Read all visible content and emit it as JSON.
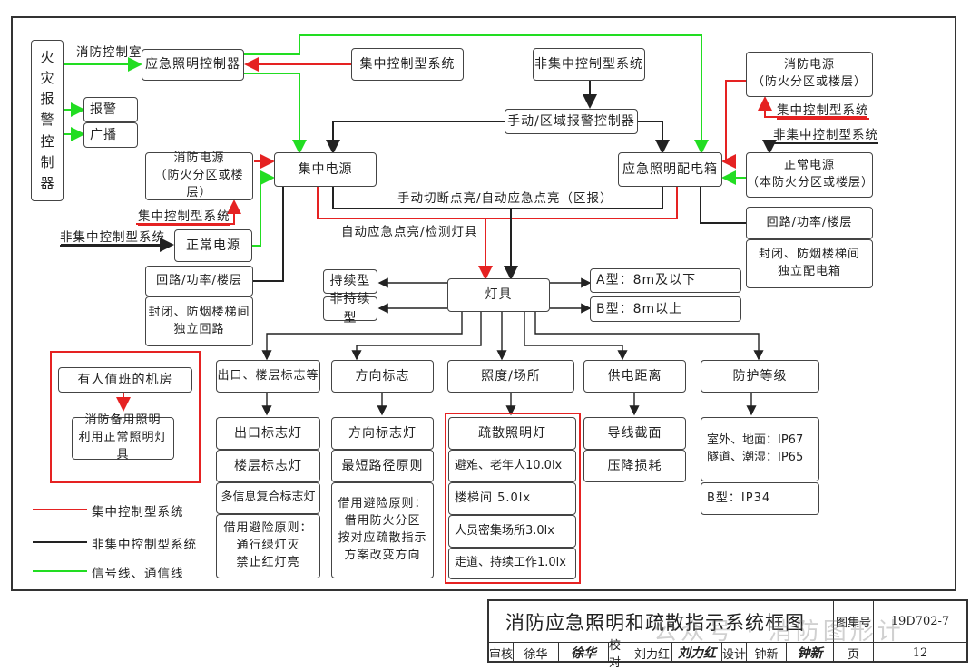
{
  "colors": {
    "centralized": "#e52222",
    "non_centralized": "#222222",
    "signal": "#22dd22"
  },
  "top": {
    "fire_alarm_controller": "火\n灾\n报\n警\n控\n制\n器",
    "fire_control_room": "消防控制室",
    "emergency_lighting_controller": "应急照明控制器",
    "alarm": "报警",
    "broadcast": "广播",
    "centralized_system": "集中控制型系统",
    "non_centralized_system": "非集中控制型系统",
    "manual_zone_alarm_controller": "手动/区域报警控制器",
    "central_power": "集中电源",
    "distribution_box": "应急照明配电箱",
    "fire_power_left": "消防电源\n（防火分区或楼层）",
    "fire_power_right": "消防电源\n（防火分区或楼层）",
    "left_centralized_label": "集中控制型系统",
    "left_noncentralized_label": "非集中控制型系统",
    "normal_power_left": "正常电源",
    "right_centralized_label": "集中控制型系统",
    "right_noncentralized_label": "非集中控制型系统",
    "normal_power_right": "正常电源\n（本防火分区或楼层）",
    "circuit_left": "回路/功率/楼层",
    "stair_left": "封闭、防烟楼梯间\n独立回路",
    "circuit_right": "回路/功率/楼层",
    "stair_right": "封闭、防烟楼梯间\n独立配电箱",
    "manual_cut_label": "手动切断点亮/自动应急点亮（区报）",
    "auto_emergency_label": "自动应急点亮/检测灯具"
  },
  "fixtures": {
    "center": "灯具",
    "continuous": "持续型",
    "non_continuous": "非持续型",
    "type_a": "A型：8m及以下",
    "type_b": "B型：8m以上"
  },
  "columns": [
    {
      "header": "出口、楼层标志等",
      "items": [
        "出口标志灯",
        "楼层标志灯",
        "多信息复合标志灯",
        "借用避险原则：\n通行绿灯灭\n禁止红灯亮"
      ]
    },
    {
      "header": "方向标志",
      "items": [
        "方向标志灯",
        "最短路径原则",
        "借用避险原则：\n借用防火分区\n按对应疏散指示\n方案改变方向"
      ]
    },
    {
      "header": "照度/场所",
      "items": [
        "疏散照明灯",
        "避难、老年人10.0lx",
        "楼梯间  5.0lx",
        "人员密集场所3.0lx",
        "走道、持续工作1.0lx"
      ]
    },
    {
      "header": "供电距离",
      "items": [
        "导线截面",
        "压降损耗"
      ]
    },
    {
      "header": "防护等级",
      "items": [
        "室外、地面：IP67\n隧道、潮湿：IP65",
        "B型：IP34"
      ]
    }
  ],
  "machine_room": {
    "title": "有人值班的机房",
    "note": "消防备用照明\n利用正常照明灯具"
  },
  "legend": [
    {
      "label": "集中控制型系统",
      "color": "#e52222"
    },
    {
      "label": "非集中控制型系统",
      "color": "#222222"
    },
    {
      "label": "信号线、通信线",
      "color": "#22dd22"
    }
  ],
  "title_block": {
    "title": "消防应急照明和疏散指示系统框图",
    "atlas_no_label": "图集号",
    "atlas_no": "19D702-7",
    "review_label": "审核",
    "reviewer": "徐华",
    "reviewer_sig": "徐华",
    "check_label": "校对",
    "checker": "刘力红",
    "checker_sig": "刘力红",
    "design_label": "设计",
    "designer": "钟新",
    "designer_sig": "钟新",
    "page_label": "页",
    "page": "12"
  },
  "watermark": "公众号 · 消防图形计"
}
